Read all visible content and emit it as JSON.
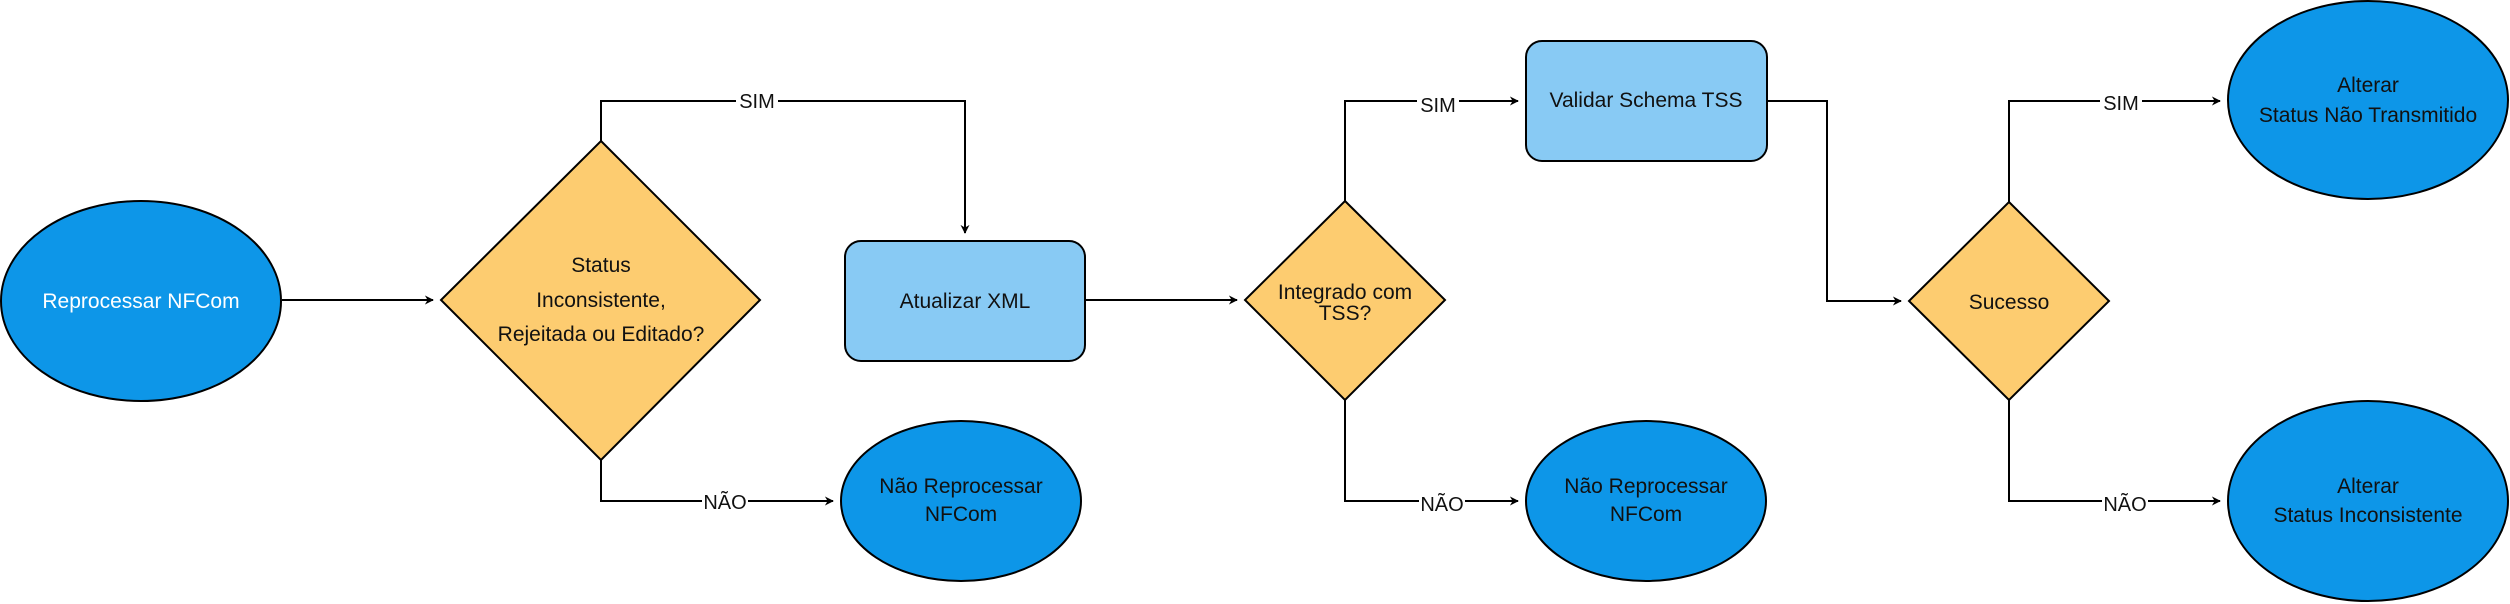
{
  "diagram": {
    "type": "flowchart",
    "colors": {
      "terminal": "#0d96e8",
      "process": "#88caf4",
      "decision": "#fdcc70",
      "stroke": "#000000"
    },
    "nodes": {
      "start": {
        "shape": "ellipse",
        "lines": [
          "Reprocessar NFCom"
        ]
      },
      "decision_status": {
        "shape": "diamond",
        "lines": [
          "Status",
          "Inconsistente,",
          "Rejeitada ou Editado?"
        ]
      },
      "update_xml": {
        "shape": "process",
        "lines": [
          "Atualizar XML"
        ]
      },
      "no_reprocess_1": {
        "shape": "ellipse",
        "lines": [
          "Não Reprocessar",
          "NFCom"
        ]
      },
      "decision_tss": {
        "shape": "diamond",
        "lines": [
          "Integrado com",
          "TSS?"
        ]
      },
      "validate_schema": {
        "shape": "process",
        "lines": [
          "Validar Schema TSS"
        ]
      },
      "no_reprocess_2": {
        "shape": "ellipse",
        "lines": [
          "Não Reprocessar",
          "NFCom"
        ]
      },
      "decision_success": {
        "shape": "diamond",
        "lines": [
          "Sucesso"
        ]
      },
      "status_not_transmitted": {
        "shape": "ellipse",
        "lines": [
          "Alterar",
          "Status Não Transmitido"
        ]
      },
      "status_inconsistent": {
        "shape": "ellipse",
        "lines": [
          "Alterar",
          "Status Inconsistente"
        ]
      }
    },
    "edges": [
      {
        "from": "start",
        "to": "decision_status",
        "label": ""
      },
      {
        "from": "decision_status",
        "to": "update_xml",
        "label": "SIM"
      },
      {
        "from": "decision_status",
        "to": "no_reprocess_1",
        "label": "NÃO"
      },
      {
        "from": "update_xml",
        "to": "decision_tss",
        "label": ""
      },
      {
        "from": "decision_tss",
        "to": "validate_schema",
        "label": "SIM"
      },
      {
        "from": "decision_tss",
        "to": "no_reprocess_2",
        "label": "NÃO"
      },
      {
        "from": "validate_schema",
        "to": "decision_success",
        "label": ""
      },
      {
        "from": "decision_success",
        "to": "status_not_transmitted",
        "label": "SIM"
      },
      {
        "from": "decision_success",
        "to": "status_inconsistent",
        "label": "NÃO"
      }
    ]
  }
}
